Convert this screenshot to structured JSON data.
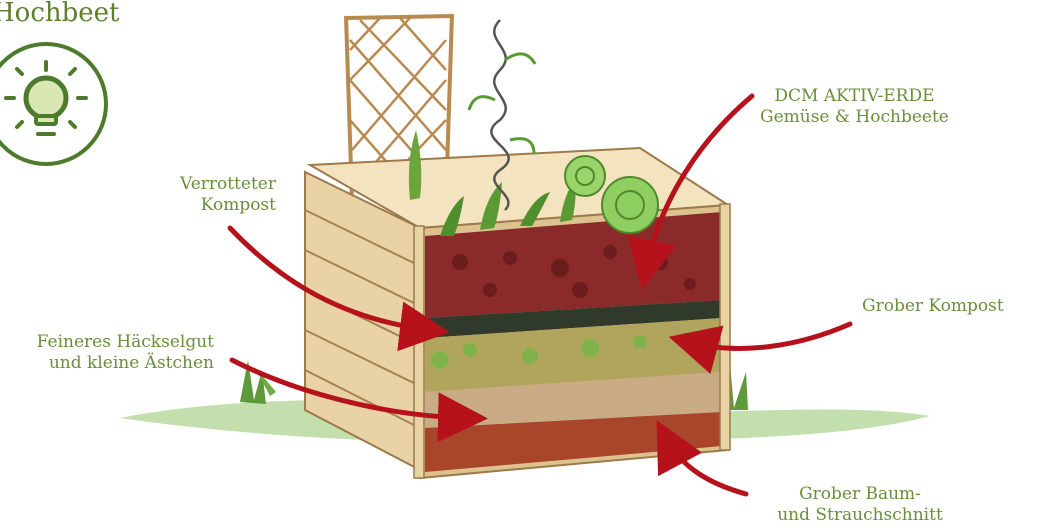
{
  "title": "Hochbeet",
  "colors": {
    "label_text": "#6a8f3a",
    "arrow": "#b5121b",
    "icon_circle": "#4e7a2c",
    "icon_fill": "#d9e7b5"
  },
  "icon": "lightbulb-icon",
  "labels": {
    "dcm_line1": "DCM AKTIV-ERDE",
    "dcm_line2": "Gemüse & Hochbeete",
    "verrotteter_line1": "Verrotteter",
    "verrotteter_line2": "Kompost",
    "grober_kompost": "Grober Kompost",
    "feineres_line1": "Feineres Häckselgut",
    "feineres_line2": "und kleine Ästchen",
    "baum_line1": "Grober Baum-",
    "baum_line2": "und Strauchschnitt"
  }
}
